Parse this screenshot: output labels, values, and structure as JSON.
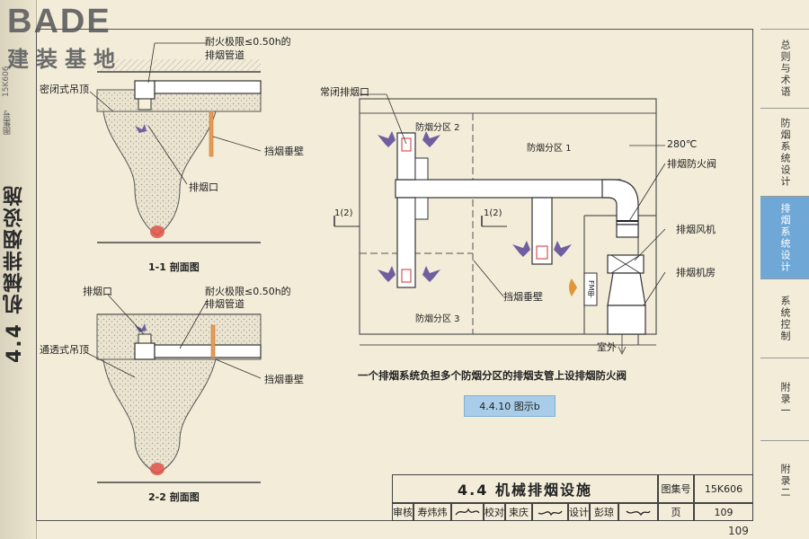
{
  "logo": {
    "brand": "BADE",
    "subtitle": "建装基地"
  },
  "spine": {
    "code": "15K606",
    "small": "图集号",
    "title": "4.4 机械排烟设施"
  },
  "right_tabs": [
    {
      "label": "总则与术语",
      "active": false
    },
    {
      "label": "防烟系统设计",
      "active": false
    },
    {
      "label": "排烟系统设计",
      "active": true
    },
    {
      "label": "系统控制",
      "active": false
    },
    {
      "label": "附录一",
      "active": false
    },
    {
      "label": "附录二",
      "active": false
    }
  ],
  "section1": {
    "label_duct": "耐火极限≤0.50h的",
    "label_duct2": "排烟管道",
    "label_ceiling": "密闭式吊顶",
    "label_wall": "挡烟垂壁",
    "label_outlet": "排烟口",
    "caption": "1-1 剖面图"
  },
  "section2": {
    "label_outlet": "排烟口",
    "label_duct": "耐火极限≤0.50h的",
    "label_duct2": "排烟管道",
    "label_ceiling": "通透式吊顶",
    "label_wall": "挡烟垂壁",
    "caption": "2-2 剖面图"
  },
  "plan": {
    "label_normally_closed": "常闭排烟口",
    "zone1": "防烟分区 1",
    "zone2": "防烟分区 2",
    "zone3": "防烟分区 3",
    "temp": "280℃",
    "damper": "排烟防火阀",
    "fan": "排烟风机",
    "room": "排烟机房",
    "wall": "挡烟垂壁",
    "outdoor": "室外",
    "section_mark": "1(2)",
    "fm": "FM甲"
  },
  "caption_main": "一个排烟系统负担多个防烟分区的排烟支管上设排烟防火阀",
  "figure_badge": "4.4.10 图示b",
  "title_block": {
    "title": "4.4  机械排烟设施",
    "atlas_label": "图集号",
    "atlas_value": "15K606",
    "review_label": "审核",
    "review_name": "寿炜炜",
    "check_label": "校对",
    "check_name": "束庆",
    "design_label": "设计",
    "design_name": "彭琼",
    "page_label": "页",
    "page_value": "109"
  },
  "page_number": "109",
  "colors": {
    "accent_tab": "#6fa8d6",
    "badge": "#a9cde8",
    "flame": "#e0524a",
    "paper": "#f2ecd8"
  }
}
